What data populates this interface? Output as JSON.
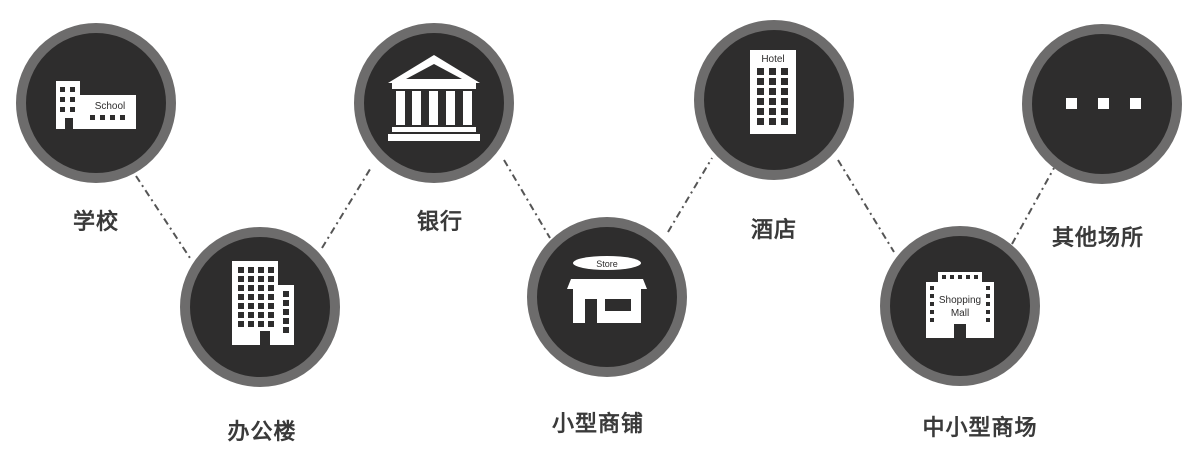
{
  "nodes": [
    {
      "label": "学校",
      "icon": "school-building-icon",
      "sign": "School"
    },
    {
      "label": "办公楼",
      "icon": "office-tower-icon"
    },
    {
      "label": "银行",
      "icon": "bank-columns-icon"
    },
    {
      "label": "小型商铺",
      "icon": "store-front-icon",
      "sign": "Store"
    },
    {
      "label": "酒店",
      "icon": "hotel-building-icon",
      "sign": "Hotel"
    },
    {
      "label": "中小型商场",
      "icon": "shopping-mall-icon",
      "sign_line1": "Shopping",
      "sign_line2": "Mall"
    },
    {
      "label": "其他场所",
      "icon": "ellipsis-icon"
    }
  ],
  "colors": {
    "circle_fill": "#2e2d2d",
    "circle_ring": "#6d6c6c",
    "label": "#3a3a3a",
    "icon": "#ffffff",
    "connector": "#555555"
  }
}
